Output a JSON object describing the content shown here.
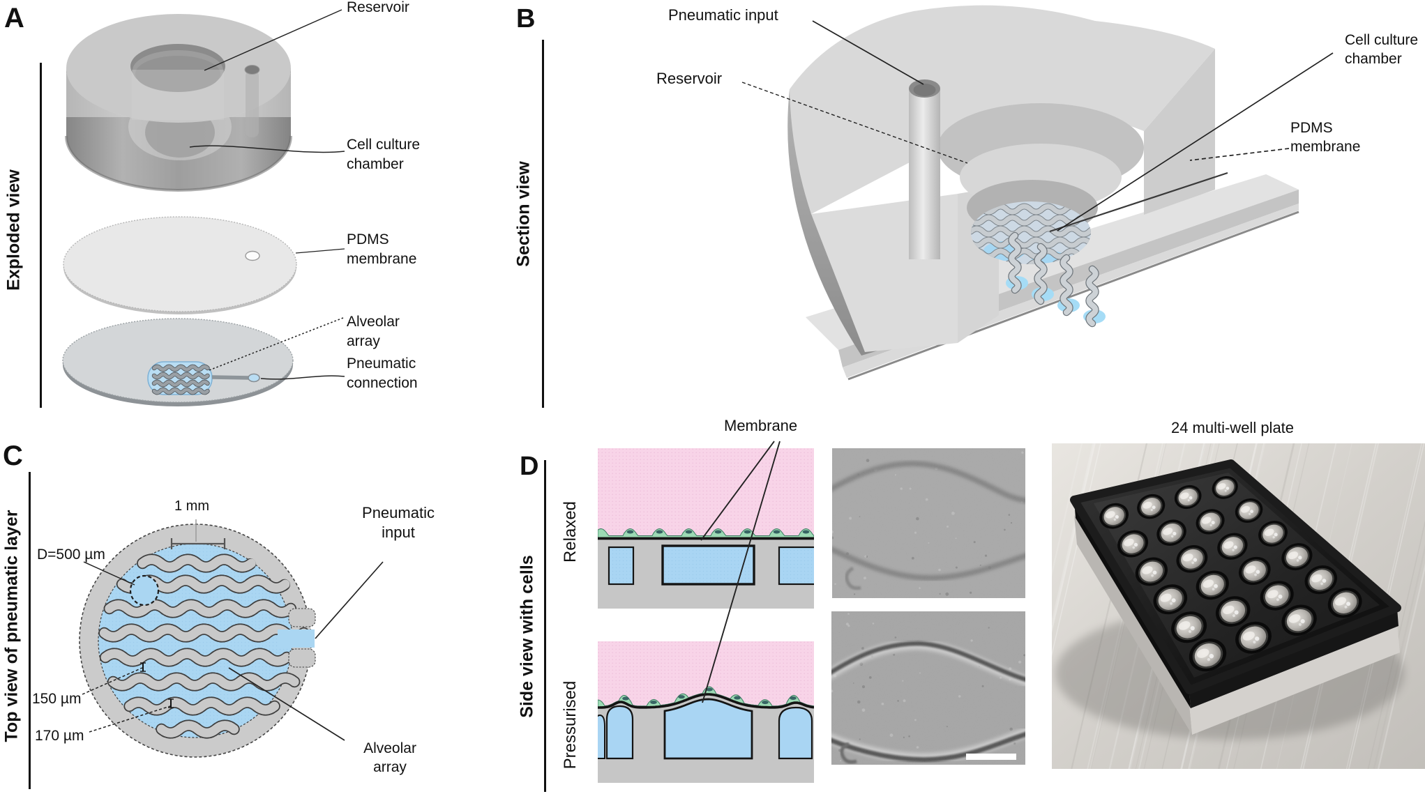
{
  "figure_colors": {
    "channel_blue": "#aad6f2",
    "medium_pink": "#f8d4e8",
    "cell_green": "#9cdab4",
    "device_gray": "#c9c9c9",
    "outline": "#1a1a1a"
  },
  "panels": {
    "a": {
      "letter": "A",
      "title": "Exploded view",
      "labels": {
        "reservoir": "Reservoir",
        "cell_culture_chamber": "Cell culture\nchamber",
        "pdms_membrane": "PDMS\nmembrane",
        "alveolar_array": "Alveolar\narray",
        "pneumatic_connection": "Pneumatic\nconnection"
      }
    },
    "b": {
      "letter": "B",
      "title": "Section view",
      "labels": {
        "pneumatic_input": "Pneumatic input",
        "reservoir": "Reservoir",
        "cell_culture_chamber": "Cell culture\nchamber",
        "pdms_membrane": "PDMS\nmembrane"
      }
    },
    "c": {
      "letter": "C",
      "title": "Top view of pneumatic layer",
      "labels": {
        "scale_bar": "1 mm",
        "diameter": "D=500 µm",
        "gap_width": "150 µm",
        "wall_width": "170 µm",
        "pneumatic_input": "Pneumatic\ninput",
        "alveolar_array": "Alveolar\narray"
      },
      "array": {
        "stripe_rows": 8
      }
    },
    "d": {
      "letter": "D",
      "title": "Side view with cells",
      "labels": {
        "membrane": "Membrane",
        "relaxed": "Relaxed",
        "pressurised": "Pressurised",
        "plate_caption": "24 multi-well plate"
      },
      "schematic": {
        "pneumatic_channels": 3
      }
    }
  },
  "photo": {
    "well_count": 24,
    "well_rows": 6,
    "well_cols": 4
  }
}
